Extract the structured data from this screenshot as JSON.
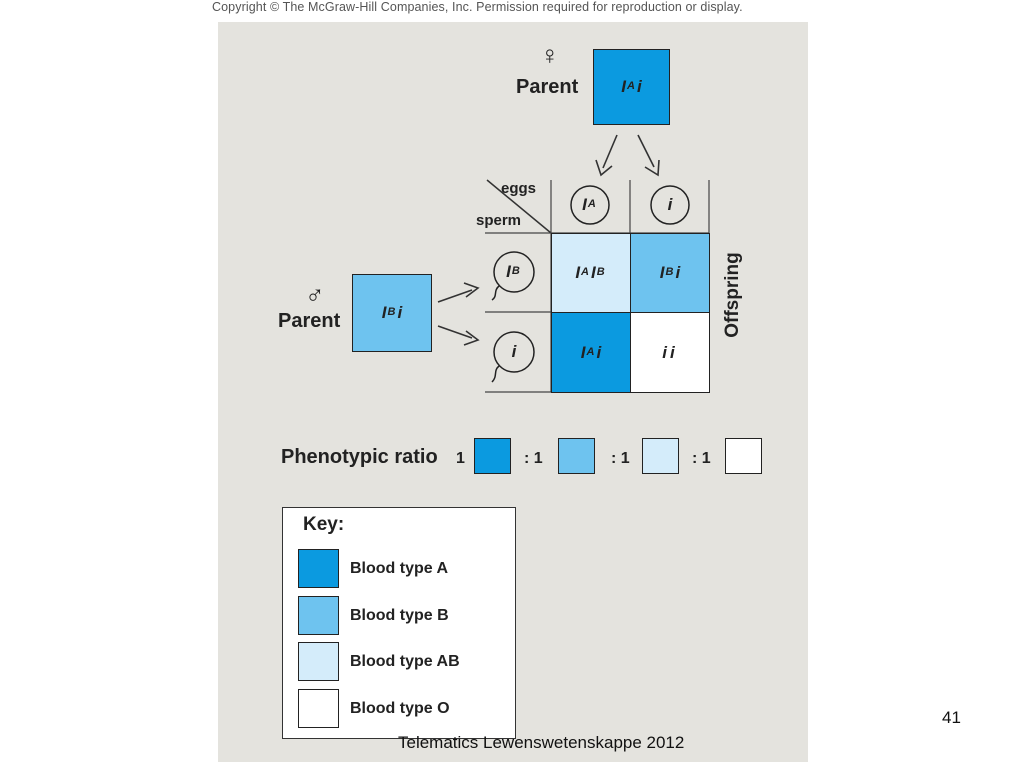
{
  "copyright": "Copyright © The McGraw-Hill Companies, Inc. Permission required for reproduction or display.",
  "female_parent": {
    "symbol": "♀",
    "label": "Parent",
    "allele1": "I",
    "allele1_sup": "A",
    "allele2": "i",
    "color": "#0b9ae0"
  },
  "male_parent": {
    "symbol": "♂",
    "label": "Parent",
    "allele1": "I",
    "allele1_sup": "B",
    "allele2": "i",
    "color": "#6ec3ef"
  },
  "punnett": {
    "eggs_label": "eggs",
    "sperm_label": "sperm",
    "offspring_label": "Offspring",
    "eggs": [
      {
        "base": "I",
        "sup": "A"
      },
      {
        "base": "i",
        "sup": ""
      }
    ],
    "sperm": [
      {
        "base": "I",
        "sup": "B"
      },
      {
        "base": "i",
        "sup": ""
      }
    ],
    "cells": [
      {
        "text": "IᴬIᴮ",
        "a1": "I",
        "s1": "A",
        "a2": "I",
        "s2": "B",
        "type": "AB"
      },
      {
        "text": "Iᴮi",
        "a1": "I",
        "s1": "B",
        "a2": "i",
        "s2": "",
        "type": "B"
      },
      {
        "text": "Iᴬi",
        "a1": "I",
        "s1": "A",
        "a2": "i",
        "s2": "",
        "type": "A"
      },
      {
        "text": "ii",
        "a1": "i",
        "s1": "",
        "a2": "i",
        "s2": "",
        "type": "O"
      }
    ]
  },
  "phenotypic_ratio": {
    "label": "Phenotypic ratio",
    "first": "1",
    "sep": ": 1"
  },
  "key": {
    "title": "Key:",
    "items": [
      {
        "label": "Blood type A",
        "color": "#0b9ae0"
      },
      {
        "label": "Blood type B",
        "color": "#6ec3ef"
      },
      {
        "label": "Blood type AB",
        "color": "#d4ecfa"
      },
      {
        "label": "Blood type O",
        "color": "#ffffff"
      }
    ]
  },
  "footer": "Telematics Lewenswetenskappe 2012",
  "page_number": "41"
}
